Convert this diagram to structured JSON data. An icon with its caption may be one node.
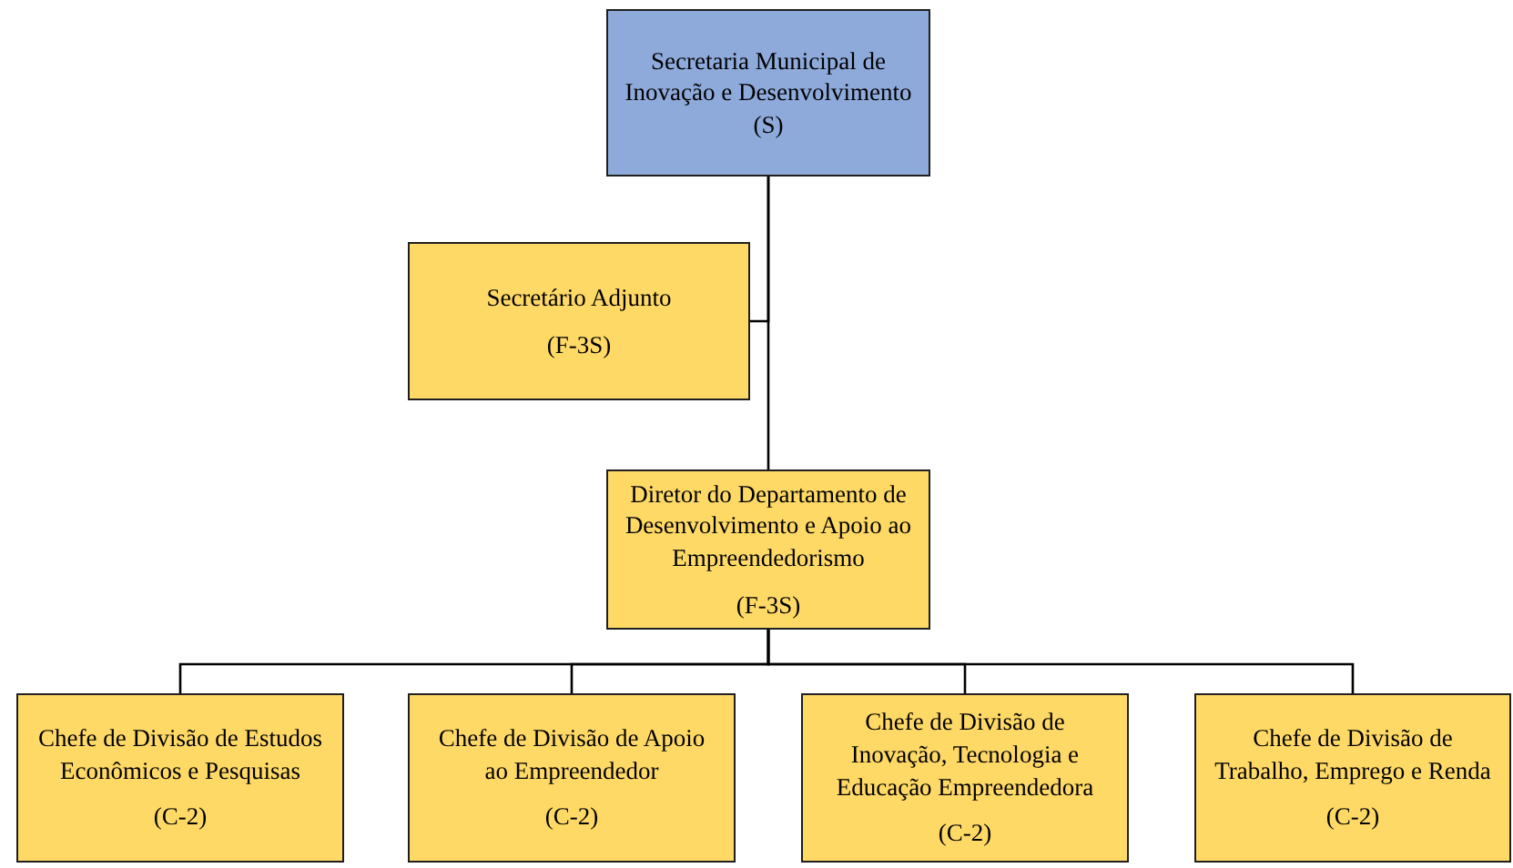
{
  "diagram": {
    "nodes": [
      {
        "text": [
          "Secretaria Municipal de Inovação e Desenvolvimento (S)"
        ]
      },
      {
        "text": [
          "Secretário Adjunto",
          "(F-3S)"
        ]
      },
      {
        "text": [
          "Diretor do Departamento de Desenvolvimento e Apoio ao Empreendedorismo",
          "(F-3S)"
        ]
      },
      {
        "text": [
          "Chefe de Divisão de Estudos Econômicos e Pesquisas",
          "(C-2)"
        ]
      },
      {
        "text": [
          "Chefe de Divisão de Apoio ao Empreendedor",
          "(C-2)"
        ]
      },
      {
        "text": [
          "Chefe de Divisão de Inovação, Tecnologia e Educação Empreendedora",
          "(C-2)"
        ]
      },
      {
        "text": [
          "Chefe de Divisão de Trabalho, Emprego e Renda",
          "(C-2)"
        ]
      }
    ],
    "edges": [
      {
        "from": 0,
        "to": 1,
        "arrow": "none"
      },
      {
        "from": 0,
        "to": 2,
        "arrow": "none"
      },
      {
        "from": 2,
        "to": 3,
        "arrow": "none"
      },
      {
        "from": 2,
        "to": 4,
        "arrow": "none"
      },
      {
        "from": 2,
        "to": 5,
        "arrow": "none"
      },
      {
        "from": 2,
        "to": 6,
        "arrow": "none"
      }
    ]
  }
}
